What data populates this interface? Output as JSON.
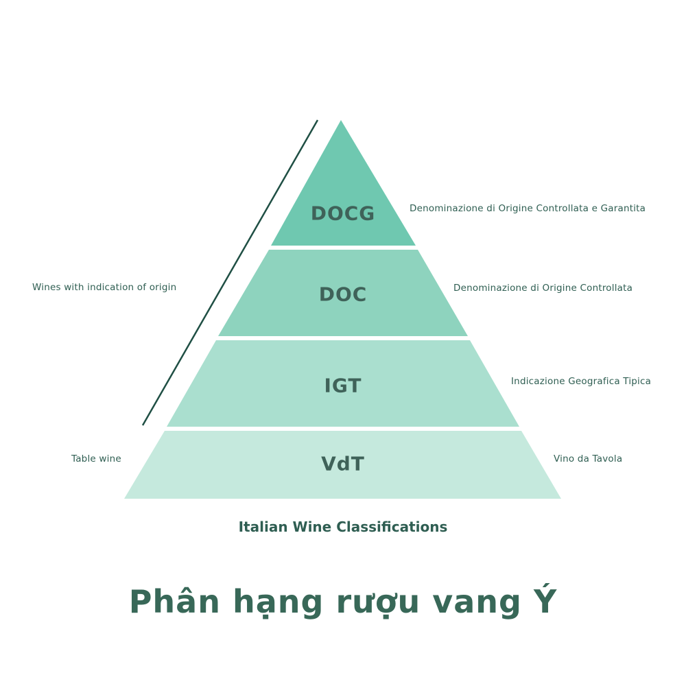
{
  "tiers": [
    {
      "code": "DOCG",
      "description": "Denominazione di Origine Controllata e Garantita",
      "color": "#6fc8b0"
    },
    {
      "code": "DOC",
      "description": "Denominazione di Origine Controllata",
      "color": "#8ed3be"
    },
    {
      "code": "IGT",
      "description": "Indicazione Geografica Tipica",
      "color": "#aadfcf"
    },
    {
      "code": "VdT",
      "description": "Vino da Tavola",
      "color": "#c5e9dd"
    }
  ],
  "left_labels": {
    "origin": "Wines with indication of origin",
    "table": "Table wine"
  },
  "caption": "Italian Wine Classifications",
  "title": "Phân hạng rượu vang Ý",
  "line_color": "#1f4f44"
}
